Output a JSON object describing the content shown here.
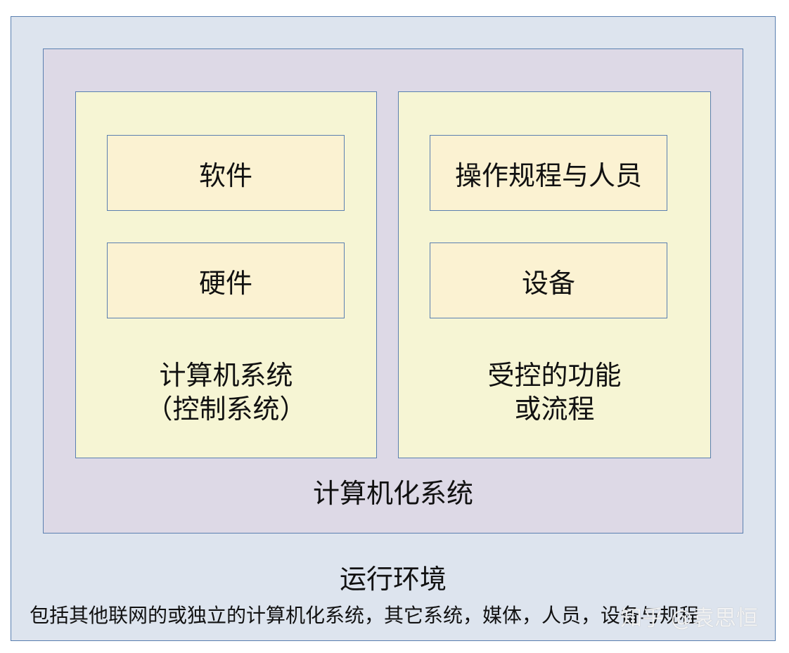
{
  "diagram": {
    "outer": {
      "title": "运行环境",
      "subtitle": "包括其他联网的或独立的计算机化系统，其它系统，媒体，人员，设备与规程"
    },
    "middle": {
      "title": "计算机化系统"
    },
    "left_panel": {
      "caption_line1": "计算机系统",
      "caption_line2": "（控制系统）",
      "items": [
        "软件",
        "硬件"
      ]
    },
    "right_panel": {
      "caption_line1": "受控的功能",
      "caption_line2": "或流程",
      "items": [
        "操作规程与人员",
        "设备"
      ]
    }
  },
  "watermark": "知乎 @袁思恒",
  "colors": {
    "outer_fill": "#dde4ee",
    "middle_fill": "#ddd9e6",
    "panel_fill": "#f6f5d4",
    "item_fill": "#fbf2d2",
    "border": "#5a7fb0"
  }
}
